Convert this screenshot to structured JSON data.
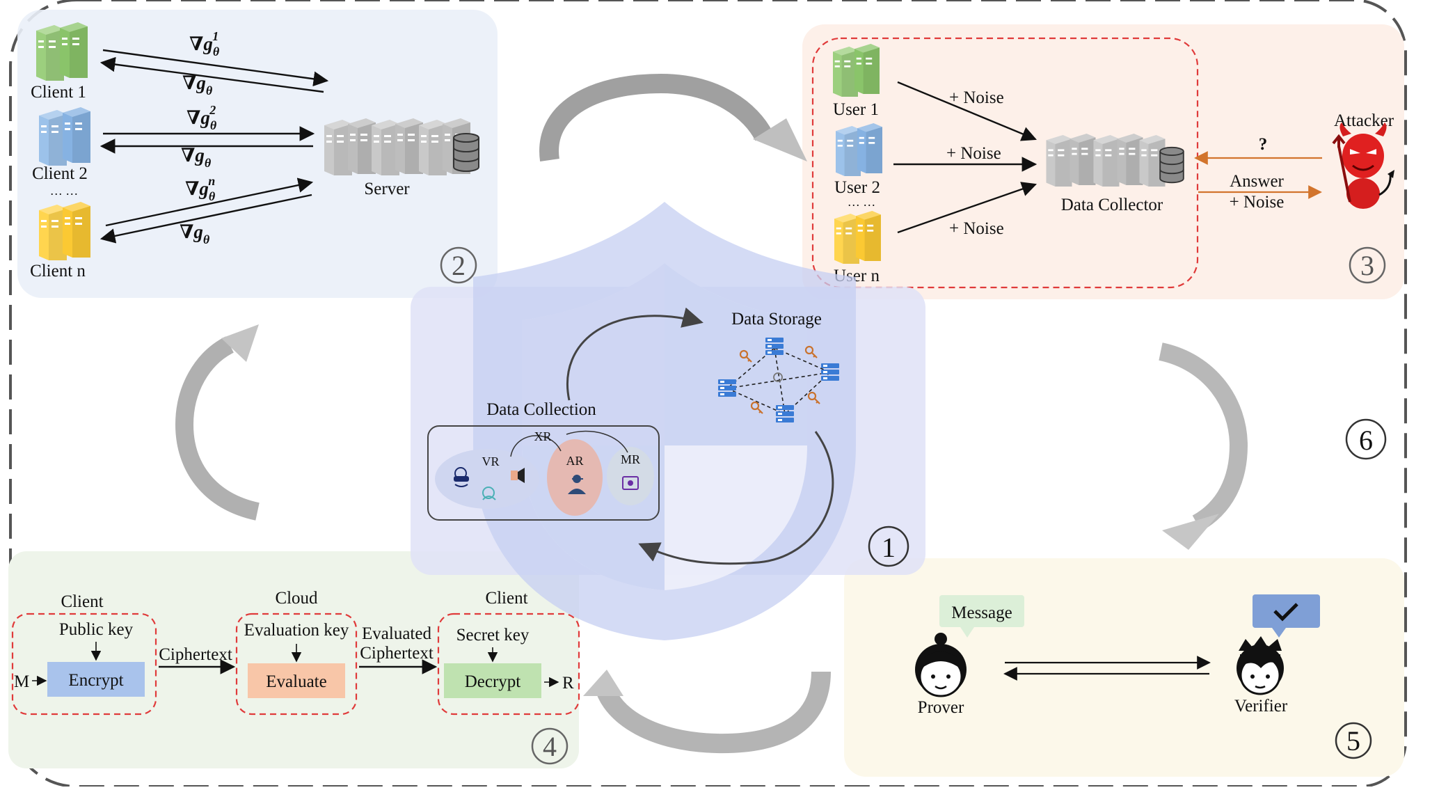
{
  "panel1": {
    "number": "1",
    "data_storage": "Data Storage",
    "data_collection": "Data Collection",
    "xr": "XR",
    "vr": "VR",
    "ar": "AR",
    "mr": "MR"
  },
  "panel2": {
    "number": "2",
    "clients": [
      "Client 1",
      "Client 2",
      "Client n"
    ],
    "dots": "… …",
    "server": "Server",
    "grad_up": [
      "∇g",
      "∇g",
      "∇g"
    ],
    "grad_sup": [
      "1",
      "2",
      "n"
    ],
    "grad_sub": "θ",
    "grad_down": "∇g"
  },
  "panel3": {
    "number": "3",
    "users": [
      "User 1",
      "User 2",
      "User n"
    ],
    "dots": "… …",
    "noise": "+ Noise",
    "collector": "Data Collector",
    "attacker": "Attacker",
    "question": "?",
    "answer": "Answer",
    "answer_noise": "+ Noise"
  },
  "panel4": {
    "number": "4",
    "client_left": "Client",
    "cloud": "Cloud",
    "client_right": "Client",
    "public_key": "Public key",
    "evaluation_key": "Evaluation key",
    "secret_key": "Secret key",
    "encrypt": "Encrypt",
    "evaluate": "Evaluate",
    "decrypt": "Decrypt",
    "ciphertext": "Ciphertext",
    "evaluated": "Evaluated",
    "evaluated_ciphertext": "Ciphertext",
    "m": "M",
    "r": "R"
  },
  "panel5": {
    "number": "5",
    "message": "Message",
    "prover": "Prover",
    "verifier": "Verifier"
  },
  "panel6": {
    "number": "6"
  },
  "colors": {
    "green": "#9ccf7e",
    "blue": "#8fb8e3",
    "yellow": "#ffd54f",
    "gray": "#c8c8c8",
    "red_dash": "#e03a3a",
    "encrypt_fill": "#a9c3ec",
    "evaluate_fill": "#f8c6a8",
    "decrypt_fill": "#bfe2b0"
  }
}
